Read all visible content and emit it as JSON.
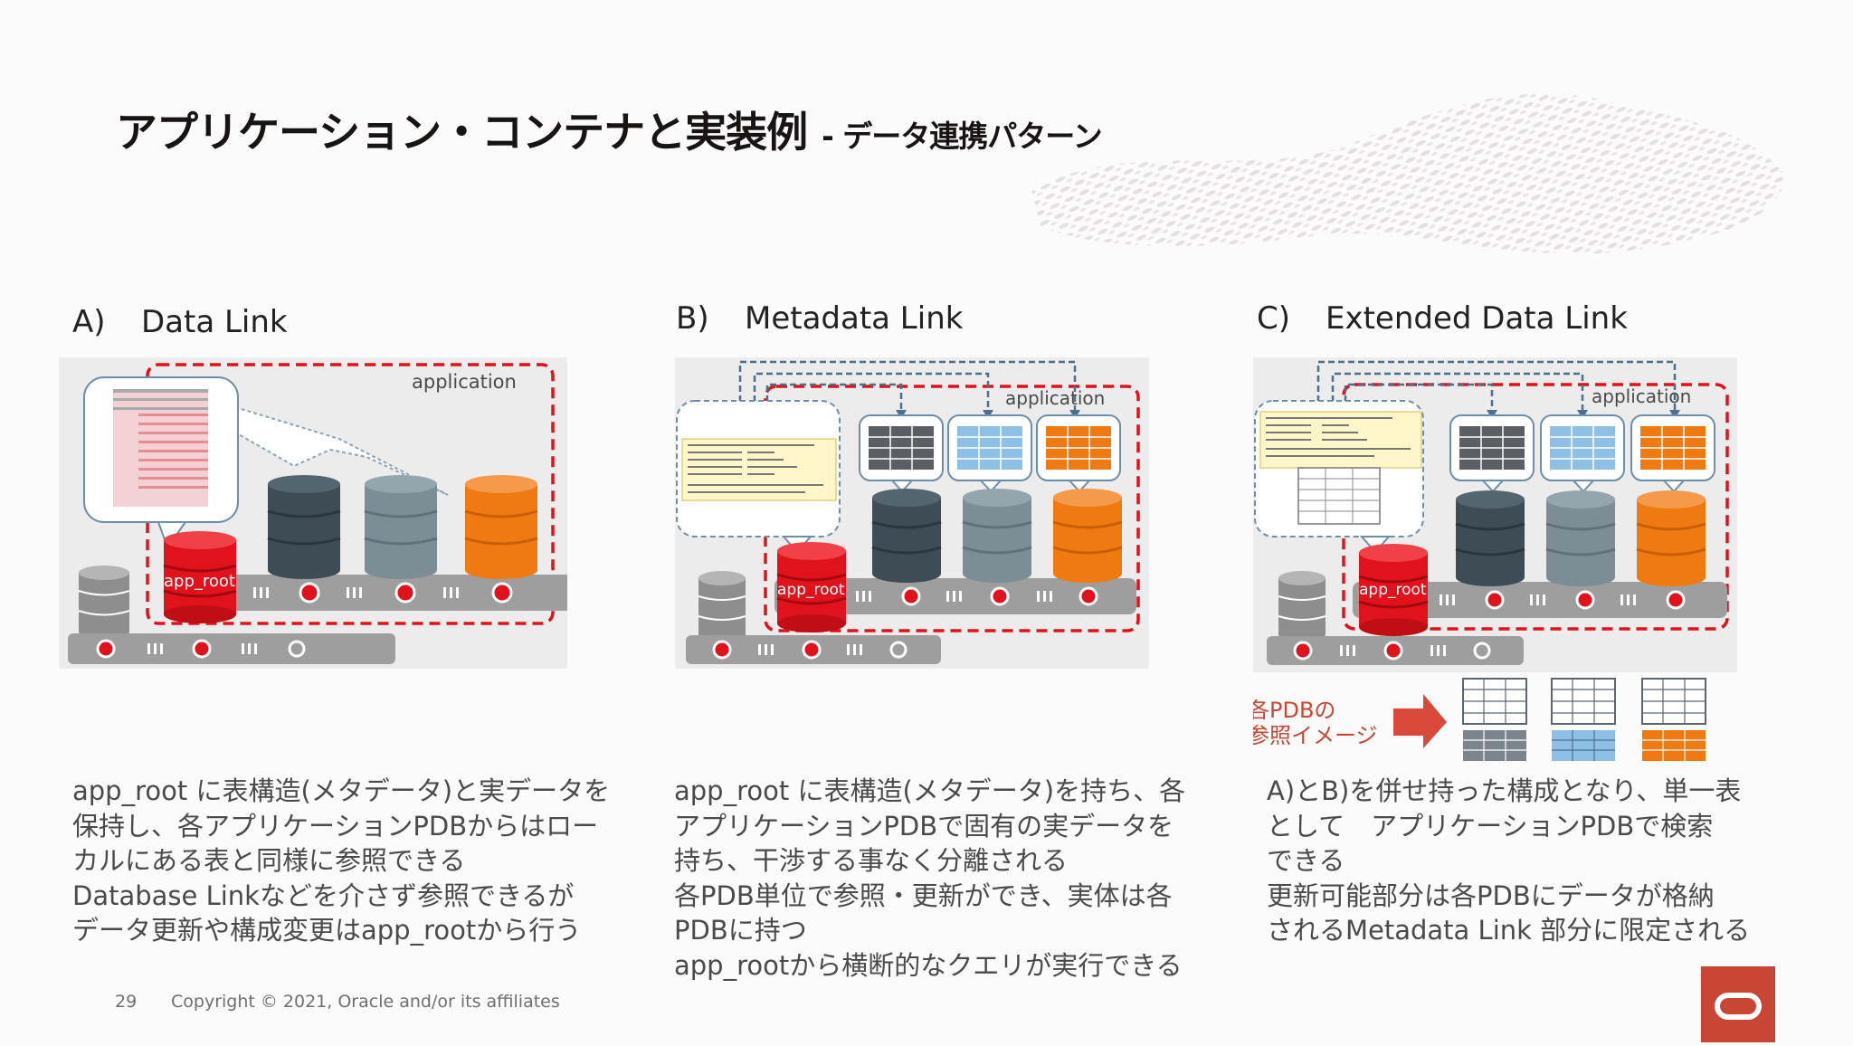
{
  "title": {
    "main": "アプリケーション・コンテナと実装例",
    "sub": "- データ連携パターン"
  },
  "columns": [
    {
      "letter": "A)",
      "heading": "Data Link",
      "app_label": "application",
      "root_label": "app_root",
      "description": [
        "app_root に表構造(メタデータ)と実データを",
        "保持し、各アプリケーションPDBからはロー",
        "カルにある表と同様に参照できる",
        "Database Linkなどを介さず参照できるが",
        "データ更新や構成変更はapp_rootから行う"
      ]
    },
    {
      "letter": "B)",
      "heading": "Metadata Link",
      "app_label": "application",
      "root_label": "app_root",
      "description": [
        "app_root に表構造(メタデータ)を持ち、各",
        "アプリケーションPDBで固有の実データを",
        "持ち、干渉する事なく分離される",
        "各PDB単位で参照・更新ができ、実体は各",
        "PDBに持つ",
        "app_rootから横断的なクエリが実行できる"
      ]
    },
    {
      "letter": "C)",
      "heading": "Extended Data Link",
      "app_label": "application",
      "root_label": "app_root",
      "image_label": [
        "各PDBの",
        "参照イメージ"
      ],
      "description": [
        "A)とB)を併せ持った構成となり、単一表",
        "として　アプリケーションPDBで検索",
        "できる",
        "更新可能部分は各PDBにデータが格納",
        "されるMetadata Link 部分に限定される"
      ]
    }
  ],
  "footer": {
    "page": "29",
    "copyright": "Copyright © 2021, Oracle and/or its affiliates"
  },
  "colors": {
    "oracle_red": "#c74634",
    "db_red": "#e0121b",
    "db_dark": "#3e4c55",
    "db_grey": "#7c8d96",
    "db_orange": "#f07a12",
    "dash_blue": "#4d6f8c"
  }
}
